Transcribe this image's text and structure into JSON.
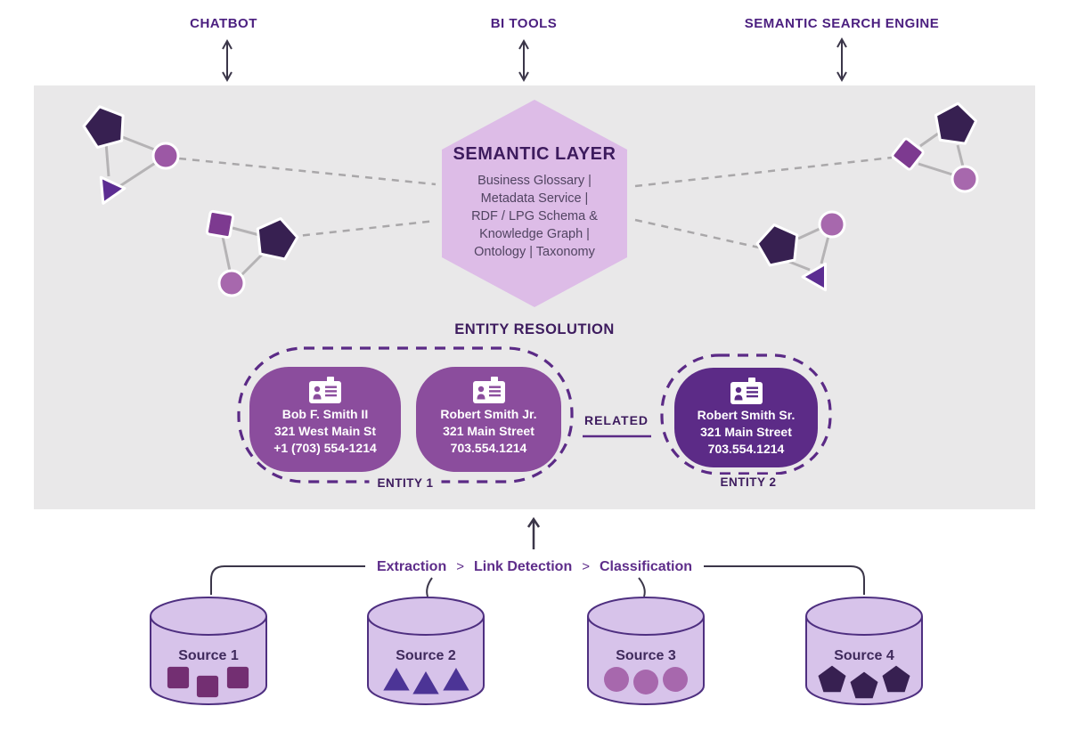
{
  "colors": {
    "panel-bg": "#e9e8e9",
    "hexagon-fill": "#ddbce7",
    "title-dark": "#3d1b5e",
    "label-purple": "#4c2080",
    "hex-text": "#514461",
    "card-purple": "#8b4d9d",
    "card-dark-purple": "#5c2b87",
    "outline-purple": "#5b2a86",
    "pipeline-purple": "#5e2d8a",
    "source-fill": "#d7c3ea",
    "source-stroke": "#4e2f80",
    "source-label": "#3f2a5c",
    "connector-dark": "#3b3649",
    "line-gray": "#b5b3b5",
    "dash-gray": "#a9a7a9",
    "node-dark-pentagon": "#372051",
    "node-circle": "#9c58a5",
    "node-circle-light": "#a768ad",
    "node-triangle": "#5c2d92",
    "node-square": "#7d3a90",
    "shape-square": "#732f72",
    "shape-triangle": "#4c3496"
  },
  "top_nodes": [
    {
      "label": "CHATBOT"
    },
    {
      "label": "BI TOOLS"
    },
    {
      "label": "SEMANTIC SEARCH ENGINE"
    }
  ],
  "semantic_layer": {
    "title": "SEMANTIC LAYER",
    "lines": [
      "Business Glossary |",
      "Metadata Service |",
      "RDF / LPG Schema &",
      "Knowledge Graph |",
      "Ontology | Taxonomy"
    ]
  },
  "entity_resolution": {
    "title": "ENTITY RESOLUTION",
    "related_label": "RELATED",
    "entity1": {
      "label": "ENTITY 1",
      "cards": [
        {
          "name": "Bob F. Smith II",
          "address": "321 West Main St",
          "phone": "+1 (703) 554-1214"
        },
        {
          "name": "Robert Smith Jr.",
          "address": "321 Main Street",
          "phone": "703.554.1214"
        }
      ]
    },
    "entity2": {
      "label": "ENTITY 2",
      "cards": [
        {
          "name": "Robert Smith Sr.",
          "address": "321 Main Street",
          "phone": "703.554.1214"
        }
      ]
    }
  },
  "pipeline": {
    "steps": [
      "Extraction",
      "Link Detection",
      "Classification"
    ],
    "separator": ">"
  },
  "sources": [
    {
      "label": "Source 1",
      "shape": "square"
    },
    {
      "label": "Source 2",
      "shape": "triangle"
    },
    {
      "label": "Source 3",
      "shape": "circle"
    },
    {
      "label": "Source 4",
      "shape": "pentagon"
    }
  ],
  "graph_clusters": [
    {
      "position": "top-left",
      "nodes": [
        "pentagon",
        "circle",
        "triangle"
      ]
    },
    {
      "position": "mid-left",
      "nodes": [
        "square",
        "pentagon",
        "circle"
      ]
    },
    {
      "position": "top-right",
      "nodes": [
        "square",
        "pentagon",
        "circle"
      ]
    },
    {
      "position": "mid-right",
      "nodes": [
        "pentagon",
        "circle",
        "triangle"
      ]
    }
  ],
  "icons": {
    "entity_card": "id-card-icon",
    "top_connectors": "bidirectional-arrow-icon",
    "ingest": "up-arrow-icon"
  }
}
